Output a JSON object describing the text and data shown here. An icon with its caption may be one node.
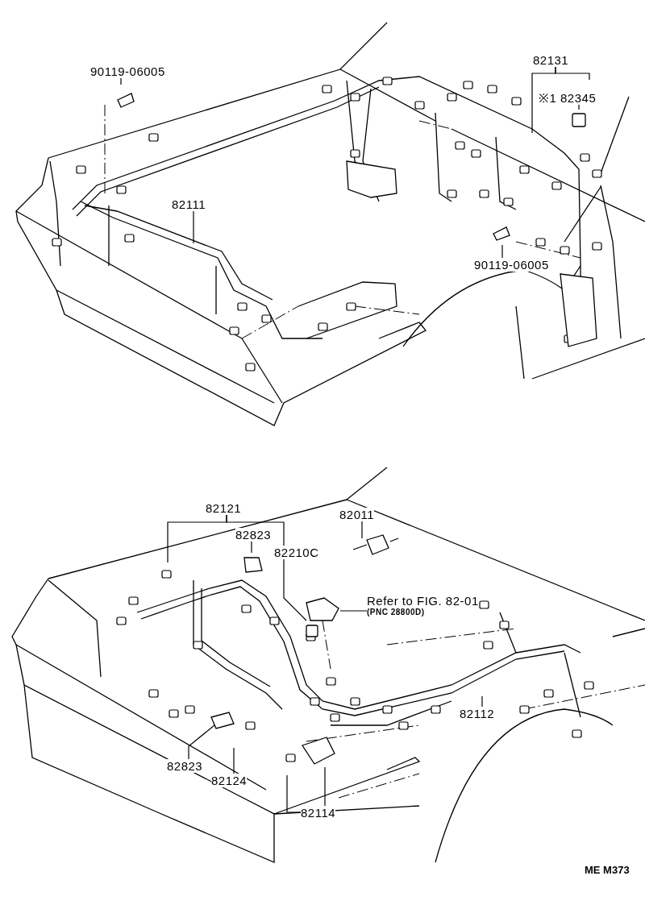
{
  "diagram": {
    "nodes": [
      {
        "text": [
          "90119-06005"
        ]
      },
      {
        "text": [
          "82131"
        ]
      },
      {
        "text": [
          "※1 82345"
        ]
      },
      {
        "text": [
          "82111"
        ]
      },
      {
        "text": [
          "90119-06005"
        ]
      },
      {
        "text": [
          "82121"
        ]
      },
      {
        "text": [
          "82011"
        ]
      },
      {
        "text": [
          "82823"
        ]
      },
      {
        "text": [
          "82210C"
        ]
      },
      {
        "text": [
          "Refer to FIG. 82-01",
          "(PNC 28800D)"
        ]
      },
      {
        "text": [
          "82823"
        ]
      },
      {
        "text": [
          "82124"
        ]
      },
      {
        "text": [
          "82114"
        ]
      },
      {
        "text": [
          "82112"
        ]
      }
    ],
    "edges": [
      {
        "from": 0,
        "to": null,
        "arrow": "none"
      },
      {
        "from": 1,
        "to": null,
        "arrow": "none"
      },
      {
        "from": 1,
        "to": null,
        "arrow": "none"
      },
      {
        "from": 2,
        "to": null,
        "arrow": "none"
      },
      {
        "from": 3,
        "to": null,
        "arrow": "none"
      },
      {
        "from": 4,
        "to": null,
        "arrow": "none"
      },
      {
        "from": 5,
        "to": null,
        "arrow": "none"
      },
      {
        "from": 5,
        "to": null,
        "arrow": "none"
      },
      {
        "from": 6,
        "to": null,
        "arrow": "none"
      },
      {
        "from": 7,
        "to": null,
        "arrow": "none"
      },
      {
        "from": 9,
        "to": null,
        "arrow": "none"
      },
      {
        "from": 10,
        "to": null,
        "arrow": "none"
      },
      {
        "from": 11,
        "to": null,
        "arrow": "none"
      },
      {
        "from": 12,
        "to": null,
        "arrow": "none"
      },
      {
        "from": 12,
        "to": null,
        "arrow": "none"
      },
      {
        "from": 13,
        "to": null,
        "arrow": "none"
      }
    ],
    "labels": [
      "ME M373"
    ]
  }
}
